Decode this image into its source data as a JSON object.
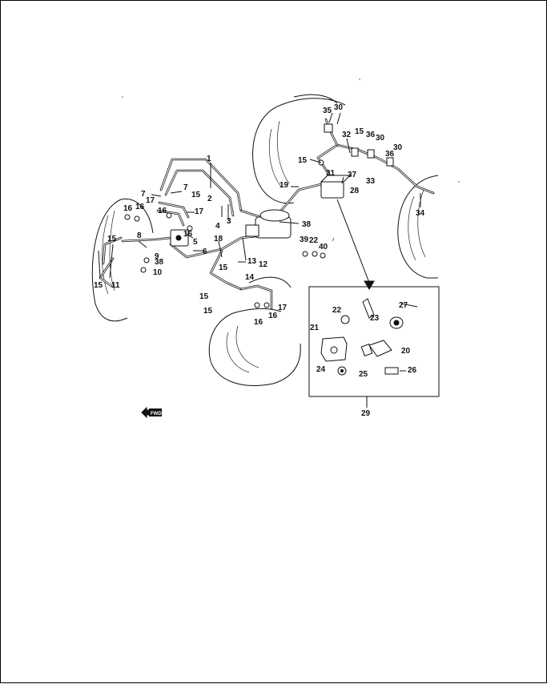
{
  "diagram": {
    "callouts": [
      {
        "id": "1",
        "text": "1"
      },
      {
        "id": "2",
        "text": "2"
      },
      {
        "id": "3",
        "text": "3"
      },
      {
        "id": "4",
        "text": "4"
      },
      {
        "id": "5",
        "text": "5"
      },
      {
        "id": "6",
        "text": "6"
      },
      {
        "id": "7a",
        "text": "7"
      },
      {
        "id": "7b",
        "text": "7"
      },
      {
        "id": "8",
        "text": "8"
      },
      {
        "id": "9",
        "text": "9"
      },
      {
        "id": "10",
        "text": "10"
      },
      {
        "id": "11",
        "text": "11"
      },
      {
        "id": "12",
        "text": "12"
      },
      {
        "id": "13",
        "text": "13"
      },
      {
        "id": "14",
        "text": "14"
      },
      {
        "id": "15a",
        "text": "15"
      },
      {
        "id": "15b",
        "text": "15"
      },
      {
        "id": "15c",
        "text": "15"
      },
      {
        "id": "15d",
        "text": "15"
      },
      {
        "id": "15e",
        "text": "15"
      },
      {
        "id": "15f",
        "text": "15"
      },
      {
        "id": "15g",
        "text": "15"
      },
      {
        "id": "15h",
        "text": "15"
      },
      {
        "id": "16a",
        "text": "16"
      },
      {
        "id": "16b",
        "text": "16"
      },
      {
        "id": "16c",
        "text": "16"
      },
      {
        "id": "16d",
        "text": "16"
      },
      {
        "id": "16e",
        "text": "16"
      },
      {
        "id": "16f",
        "text": "16"
      },
      {
        "id": "17a",
        "text": "17"
      },
      {
        "id": "17b",
        "text": "17"
      },
      {
        "id": "17c",
        "text": "17"
      },
      {
        "id": "18",
        "text": "18"
      },
      {
        "id": "19",
        "text": "19"
      },
      {
        "id": "20",
        "text": "20"
      },
      {
        "id": "21",
        "text": "21"
      },
      {
        "id": "22a",
        "text": "22"
      },
      {
        "id": "22b",
        "text": "22"
      },
      {
        "id": "23",
        "text": "23"
      },
      {
        "id": "24",
        "text": "24"
      },
      {
        "id": "25",
        "text": "25"
      },
      {
        "id": "26",
        "text": "26"
      },
      {
        "id": "27",
        "text": "27"
      },
      {
        "id": "28",
        "text": "28"
      },
      {
        "id": "29",
        "text": "29"
      },
      {
        "id": "30a",
        "text": "30"
      },
      {
        "id": "30b",
        "text": "30"
      },
      {
        "id": "30c",
        "text": "30"
      },
      {
        "id": "31",
        "text": "31"
      },
      {
        "id": "32",
        "text": "32"
      },
      {
        "id": "33",
        "text": "33"
      },
      {
        "id": "34",
        "text": "34"
      },
      {
        "id": "35",
        "text": "35"
      },
      {
        "id": "36a",
        "text": "36"
      },
      {
        "id": "36b",
        "text": "36"
      },
      {
        "id": "37",
        "text": "37"
      },
      {
        "id": "38a",
        "text": "38"
      },
      {
        "id": "38b",
        "text": "38"
      },
      {
        "id": "39",
        "text": "39"
      },
      {
        "id": "40",
        "text": "40"
      }
    ],
    "front_marker": "FWD",
    "colors": {
      "ink": "#111111",
      "paper": "#ffffff"
    }
  }
}
